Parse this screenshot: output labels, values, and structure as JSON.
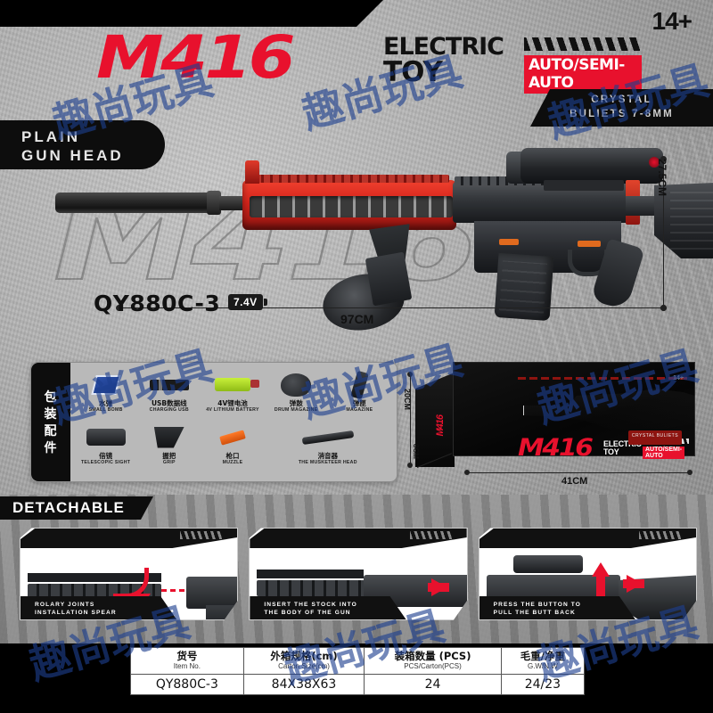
{
  "header": {
    "age_rating": "14+",
    "brand": "M416",
    "electric": "ELECTRIC",
    "toy": "TOY",
    "fire_mode": "AUTO/SEMI-AUTO",
    "ammo_line1": "CRYSTAL",
    "ammo_line2": "BULIETS 7-8MM",
    "variant_line1": "PLAIN",
    "variant_line2": "GUN HEAD"
  },
  "hero": {
    "watermark_text": "M416",
    "sku": "QY880C-3",
    "voltage": "7.4V",
    "length": "97CM",
    "height": "27.5CM"
  },
  "accessories": {
    "title": "包装配件",
    "title_chars": [
      "包",
      "装",
      "配",
      "件"
    ],
    "items": [
      {
        "cn": "水弹",
        "en": "SMALL BOMB",
        "icon": "water-bead-icon"
      },
      {
        "cn": "USB数据线",
        "en": "CHARGING USB",
        "icon": "usb-cable-icon"
      },
      {
        "cn": "4V锂电池",
        "en": "4V LITHIUM BATTERY",
        "icon": "battery-icon"
      },
      {
        "cn": "弹鼓",
        "en": "DRUM MAGAZINE",
        "icon": "drum-magazine-icon"
      },
      {
        "cn": "弹匣",
        "en": "MAGAZINE",
        "icon": "magazine-icon"
      },
      {
        "cn": "倍镜",
        "en": "TELESCOPIC SIGHT",
        "icon": "scope-icon"
      },
      {
        "cn": "握把",
        "en": "GRIP",
        "icon": "grip-icon"
      },
      {
        "cn": "枪口",
        "en": "MUZZLE",
        "icon": "muzzle-icon"
      },
      {
        "cn": "消音器",
        "en": "THE MUSKETEER HEAD",
        "icon": "suppressor-icon"
      }
    ]
  },
  "package_box": {
    "brand": "M416",
    "electric": "ELECTRIC",
    "toy": "TOY",
    "fire_mode": "AUTO/SEMI-AUTO",
    "age_rating": "14+",
    "side_logo": "M416",
    "corner_badge": "CRYSTAL BULIETS",
    "width": "41CM",
    "height": "20CM",
    "depth": "8CM"
  },
  "detachable": {
    "title": "DETACHABLE",
    "steps": [
      {
        "line1": "ROLARY JOINTS",
        "line2": "INSTALLATION SPEAR"
      },
      {
        "line1": "INSERT THE STOCK INTO",
        "line2": "THE BODY OF THE GUN"
      },
      {
        "line1": "PRESS THE BUTTON TO",
        "line2": "PULL THE BUTT BACK"
      }
    ]
  },
  "spec_table": {
    "headers": [
      {
        "cn": "货号",
        "en": "Item No."
      },
      {
        "cn": "外箱规格(cm)",
        "en": "Carton Size(cm)"
      },
      {
        "cn": "装箱数量 (PCS)",
        "en": "PCS/Carton(PCS)"
      },
      {
        "cn": "毛重/净重",
        "en": "G.W/N.W"
      }
    ],
    "row": [
      "QY880C-3",
      "84X38X63",
      "24",
      "24/23"
    ]
  },
  "watermark": {
    "text": "趣尚玩具"
  },
  "colors": {
    "accent_red": "#e8112d",
    "dark": "#0d0d0d",
    "watermark_blue": "#1d3f8f"
  }
}
